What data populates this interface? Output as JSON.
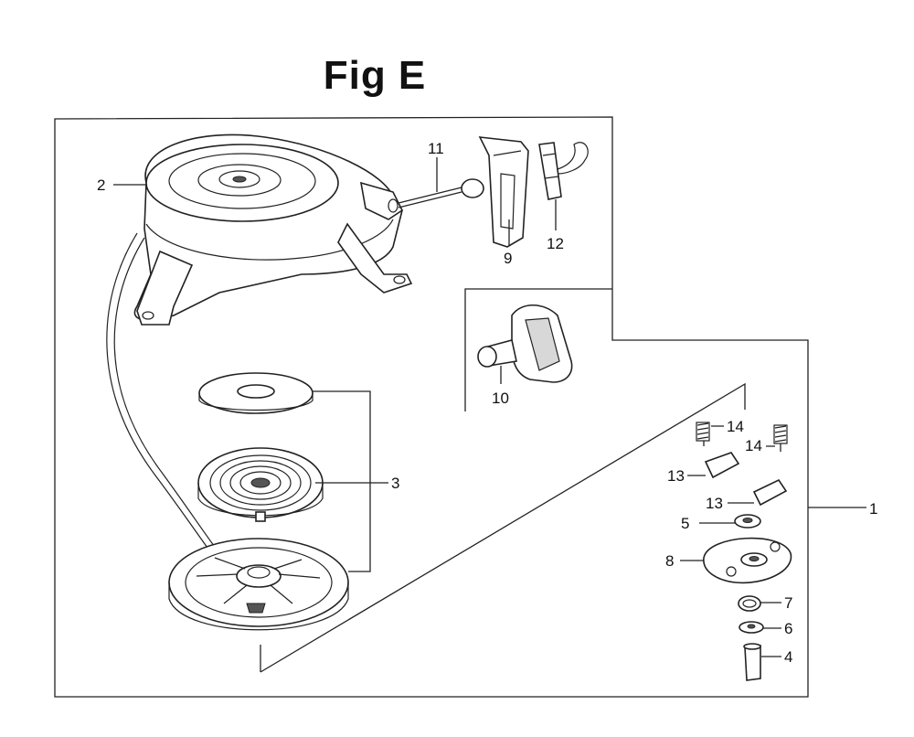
{
  "figure": {
    "title": "Fig E"
  },
  "callouts": [
    {
      "id": "c1",
      "label": "1"
    },
    {
      "id": "c2",
      "label": "2"
    },
    {
      "id": "c3",
      "label": "3"
    },
    {
      "id": "c4",
      "label": "4"
    },
    {
      "id": "c5",
      "label": "5"
    },
    {
      "id": "c6",
      "label": "6"
    },
    {
      "id": "c7",
      "label": "7"
    },
    {
      "id": "c8",
      "label": "8"
    },
    {
      "id": "c9",
      "label": "9"
    },
    {
      "id": "c10",
      "label": "10"
    },
    {
      "id": "c11",
      "label": "11"
    },
    {
      "id": "c12",
      "label": "12"
    },
    {
      "id": "c13a",
      "label": "13"
    },
    {
      "id": "c13b",
      "label": "13"
    },
    {
      "id": "c14a",
      "label": "14"
    },
    {
      "id": "c14b",
      "label": "14"
    }
  ]
}
